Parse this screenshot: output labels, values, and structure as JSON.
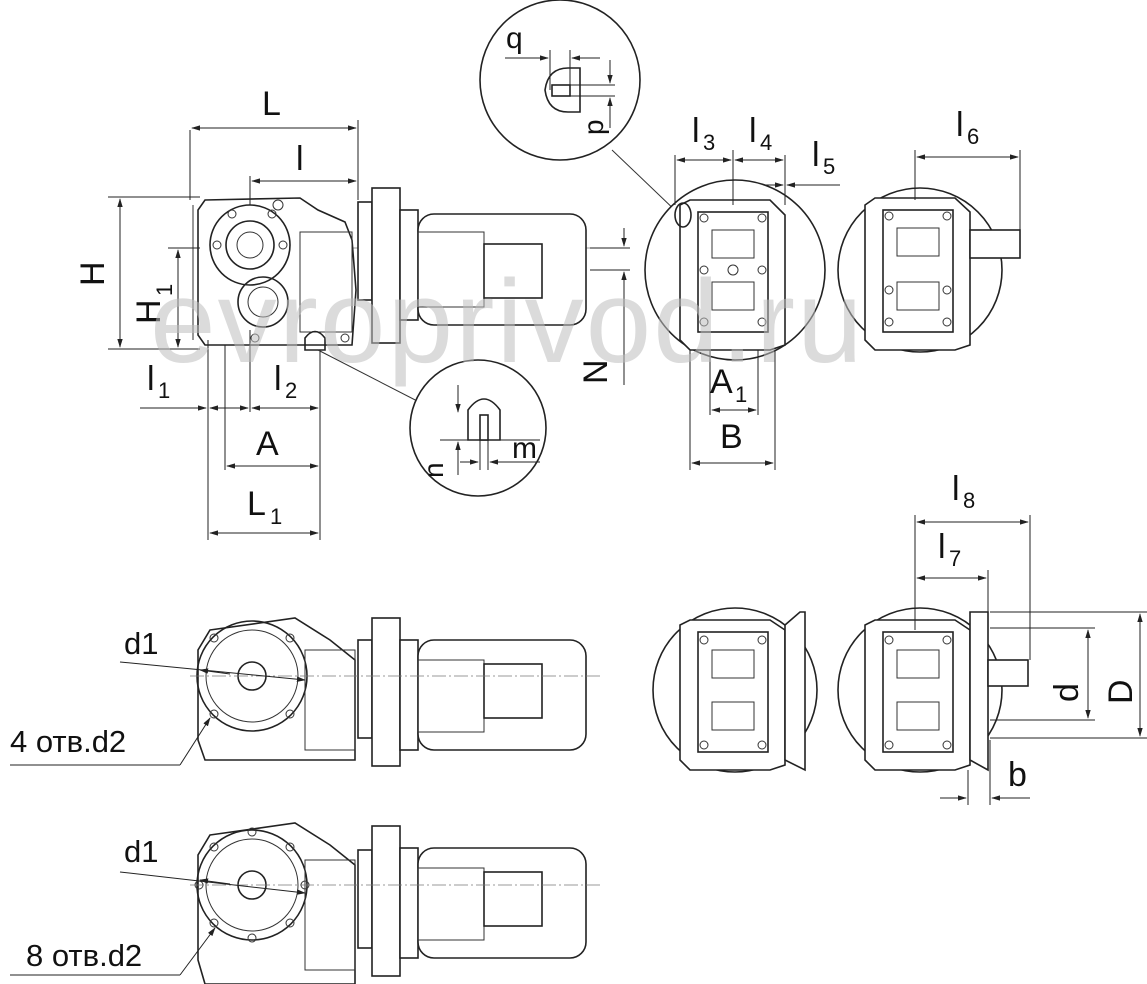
{
  "watermark": "evroprivod.ru",
  "dimensions": {
    "L": "L",
    "l": "l",
    "H": "H",
    "H1": "H",
    "H1_sub": "1",
    "l1": "l",
    "l1_sub": "1",
    "l2": "l",
    "l2_sub": "2",
    "A": "A",
    "L1": "L",
    "L1_sub": "1",
    "N": "N",
    "n": "n",
    "m": "m",
    "q": "q",
    "p": "p",
    "l3": "l",
    "l3_sub": "3",
    "l4": "l",
    "l4_sub": "4",
    "l5": "l",
    "l5_sub": "5",
    "l6": "l",
    "l6_sub": "6",
    "A1": "A",
    "A1_sub": "1",
    "B": "B",
    "l7": "l",
    "l7_sub": "7",
    "l8": "l",
    "l8_sub": "8",
    "d": "d",
    "D": "D",
    "b": "b"
  },
  "callouts": {
    "d1_top": "d1",
    "holes_4": "4 отв.d2",
    "d1_bottom": "d1",
    "holes_8": "8 отв.d2"
  },
  "colors": {
    "line": "#222222",
    "watermark": "#bdbdbd"
  }
}
